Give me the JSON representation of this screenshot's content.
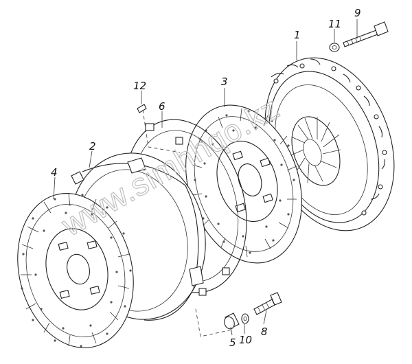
{
  "diagram": {
    "callouts": [
      {
        "id": "part-1",
        "label": "1"
      },
      {
        "id": "part-2",
        "label": "2"
      },
      {
        "id": "part-3",
        "label": "3"
      },
      {
        "id": "part-4",
        "label": "4"
      },
      {
        "id": "part-5",
        "label": "5"
      },
      {
        "id": "part-6",
        "label": "6"
      },
      {
        "id": "part-8",
        "label": "8"
      },
      {
        "id": "part-9",
        "label": "9"
      },
      {
        "id": "part-10",
        "label": "10"
      },
      {
        "id": "part-11",
        "label": "11"
      },
      {
        "id": "part-12",
        "label": "12"
      }
    ],
    "watermark": "www.simhhqo.kz"
  }
}
